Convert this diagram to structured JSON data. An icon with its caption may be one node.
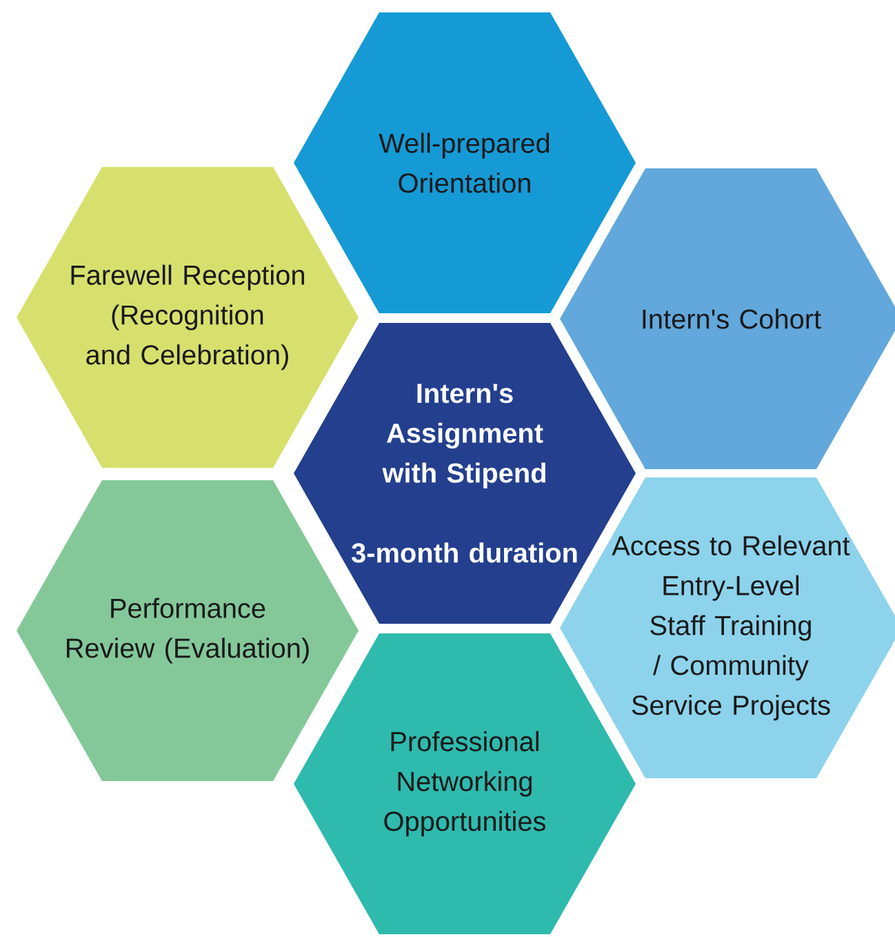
{
  "diagram": {
    "nodes": [
      {
        "text": [
          "Well-prepared Orientation"
        ]
      },
      {
        "text": [
          "Farewell Reception (Recognition and Celebration)"
        ]
      },
      {
        "text": [
          "Intern's Cohort"
        ]
      },
      {
        "text": [
          "Intern's Assignment with Stipend",
          "3-month duration"
        ]
      },
      {
        "text": [
          "Performance Review (Evaluation)"
        ]
      },
      {
        "text": [
          "Access to Relevant Entry-Level Staff Training / Community Service Projects"
        ]
      },
      {
        "text": [
          "Professional Networking Opportunities"
        ]
      }
    ]
  }
}
